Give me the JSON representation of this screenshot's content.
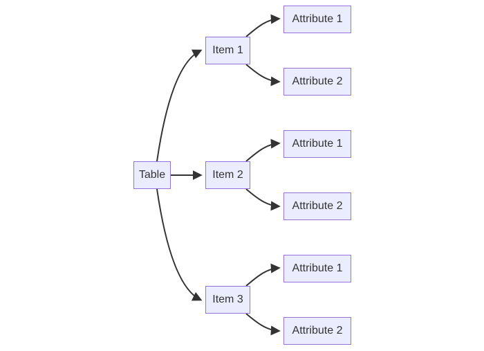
{
  "diagram": {
    "type": "flowchart",
    "direction": "left-to-right",
    "colors": {
      "background": "#ffffff",
      "node_fill": "#ECECFF",
      "node_border": "#9370DB",
      "edge": "#333333",
      "text": "#333333"
    },
    "nodes": {
      "table": {
        "label": "Table"
      },
      "item1": {
        "label": "Item 1"
      },
      "item2": {
        "label": "Item 2"
      },
      "item3": {
        "label": "Item 3"
      },
      "attr1_1": {
        "label": "Attribute 1"
      },
      "attr1_2": {
        "label": "Attribute 2"
      },
      "attr2_1": {
        "label": "Attribute 1"
      },
      "attr2_2": {
        "label": "Attribute 2"
      },
      "attr3_1": {
        "label": "Attribute 1"
      },
      "attr3_2": {
        "label": "Attribute 2"
      }
    },
    "edges": [
      {
        "from": "table",
        "to": "item1"
      },
      {
        "from": "table",
        "to": "item2"
      },
      {
        "from": "table",
        "to": "item3"
      },
      {
        "from": "item1",
        "to": "attr1_1"
      },
      {
        "from": "item1",
        "to": "attr1_2"
      },
      {
        "from": "item2",
        "to": "attr2_1"
      },
      {
        "from": "item2",
        "to": "attr2_2"
      },
      {
        "from": "item3",
        "to": "attr3_1"
      },
      {
        "from": "item3",
        "to": "attr3_2"
      }
    ]
  }
}
